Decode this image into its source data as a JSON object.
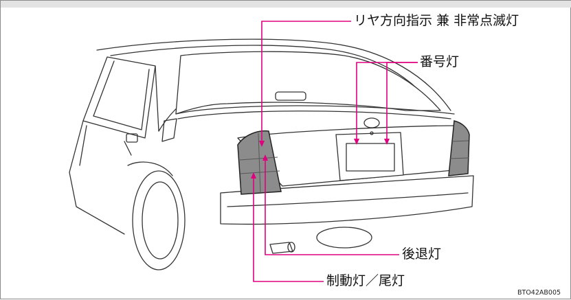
{
  "labels": {
    "rear_turn_hazard": "リヤ方向指示 兼 非常点滅灯",
    "license_plate_light": "番号灯",
    "backup_light": "後退灯",
    "brake_tail_light": "制動灯／尾灯"
  },
  "figure_code": "BTO42AB005",
  "colors": {
    "leader_line": "#e0007f",
    "car_outline": "#333333",
    "lamp_fill": "#8c8c8c"
  }
}
